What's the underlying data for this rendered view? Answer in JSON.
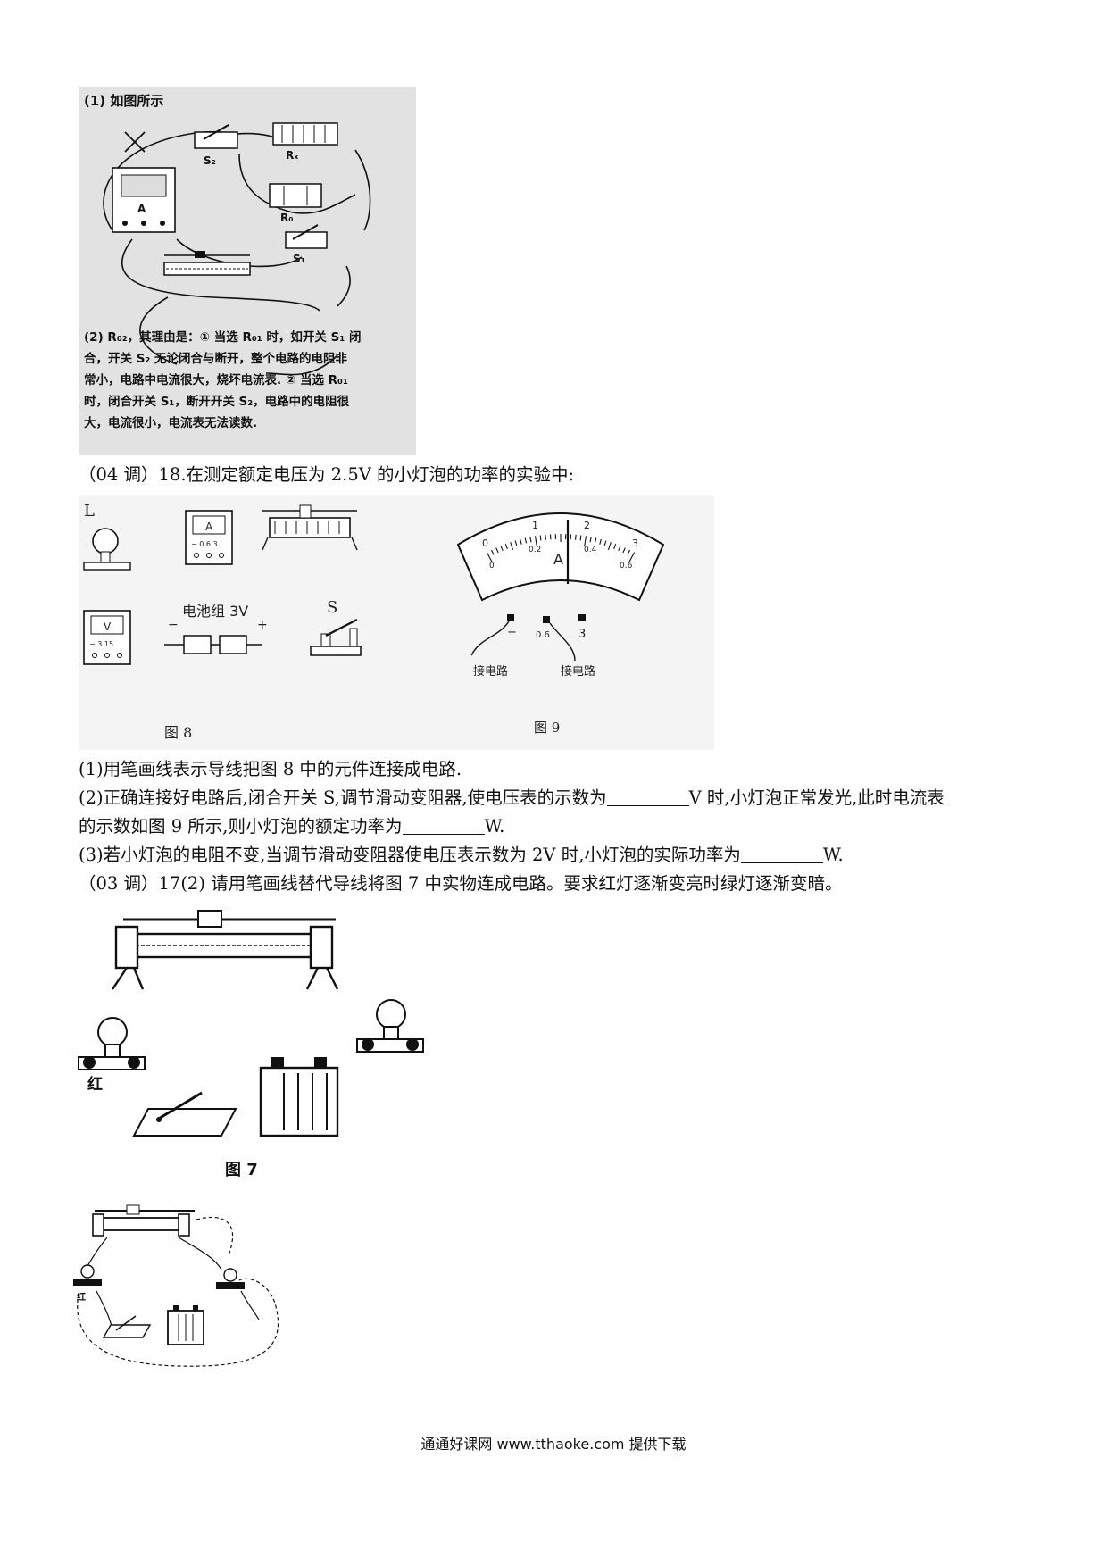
{
  "answer_figure": {
    "caption": "(1) 如图所示",
    "labels": {
      "s2": "S₂",
      "rx": "Rₓ",
      "ammeter": "A",
      "r0": "R₀",
      "s1": "S₁"
    },
    "explanation_lines": [
      "(2) R₀₂，其理由是：① 当选 R₀₁ 时，如开关 S₁ 闭",
      "合，开关 S₂ 无论闭合与断开，整个电路的电阻非",
      "常小，电路中电流很大，烧坏电流表. ② 当选 R₀₁",
      "时，闭合开关 S₁，断开开关 S₂，电路中的电阻很",
      "大，电流很小，电流表无法读数."
    ]
  },
  "q18": {
    "intro": "（04 调）18.在测定额定电压为 2.5V 的小灯泡的功率的实验中:",
    "fig8": {
      "caption": "图 8",
      "lamp_label": "L",
      "ammeter_letter": "A",
      "ammeter_terminals": "−  0.6  3",
      "voltmeter_letter": "V",
      "voltmeter_terminals": "−  3  15",
      "battery_label": "电池组 3V",
      "battery_minus": "−",
      "battery_plus": "+",
      "switch_label": "S"
    },
    "fig9": {
      "caption": "图 9",
      "scale_top": [
        "0",
        "1",
        "2",
        "3"
      ],
      "scale_bottom": [
        "0",
        "0.2",
        "0.4",
        "0.6"
      ],
      "unit": "A",
      "terminals": [
        "−",
        "0.6",
        "3"
      ],
      "connect_labels": [
        "接电路",
        "接电路"
      ]
    },
    "line1": "(1)用笔画线表示导线把图 8 中的元件连接成电路.",
    "line2a": "(2)正确连接好电路后,闭合开关 S,调节滑动变阻器,使电压表的示数为",
    "line2b": "V 时,小灯泡正常发光,此时电流表",
    "line3a": "的示数如图 9 所示,则小灯泡的额定功率为",
    "line3b": "W.",
    "line4a": "(3)若小灯泡的电阻不变,当调节滑动变阻器使电压表示数为 2V 时,小灯泡的实际功率为",
    "line4b": "W."
  },
  "q17": {
    "intro": "（03 调）17(2) 请用笔画线替代导线将图 7 中实物连成电路。要求红灯逐渐变亮时绿灯逐渐变暗。",
    "fig7": {
      "caption": "图 7",
      "red_label": "红"
    },
    "answer_red_label": "红"
  },
  "footer": "通通好课网  www.tthaoke.com  提供下载"
}
